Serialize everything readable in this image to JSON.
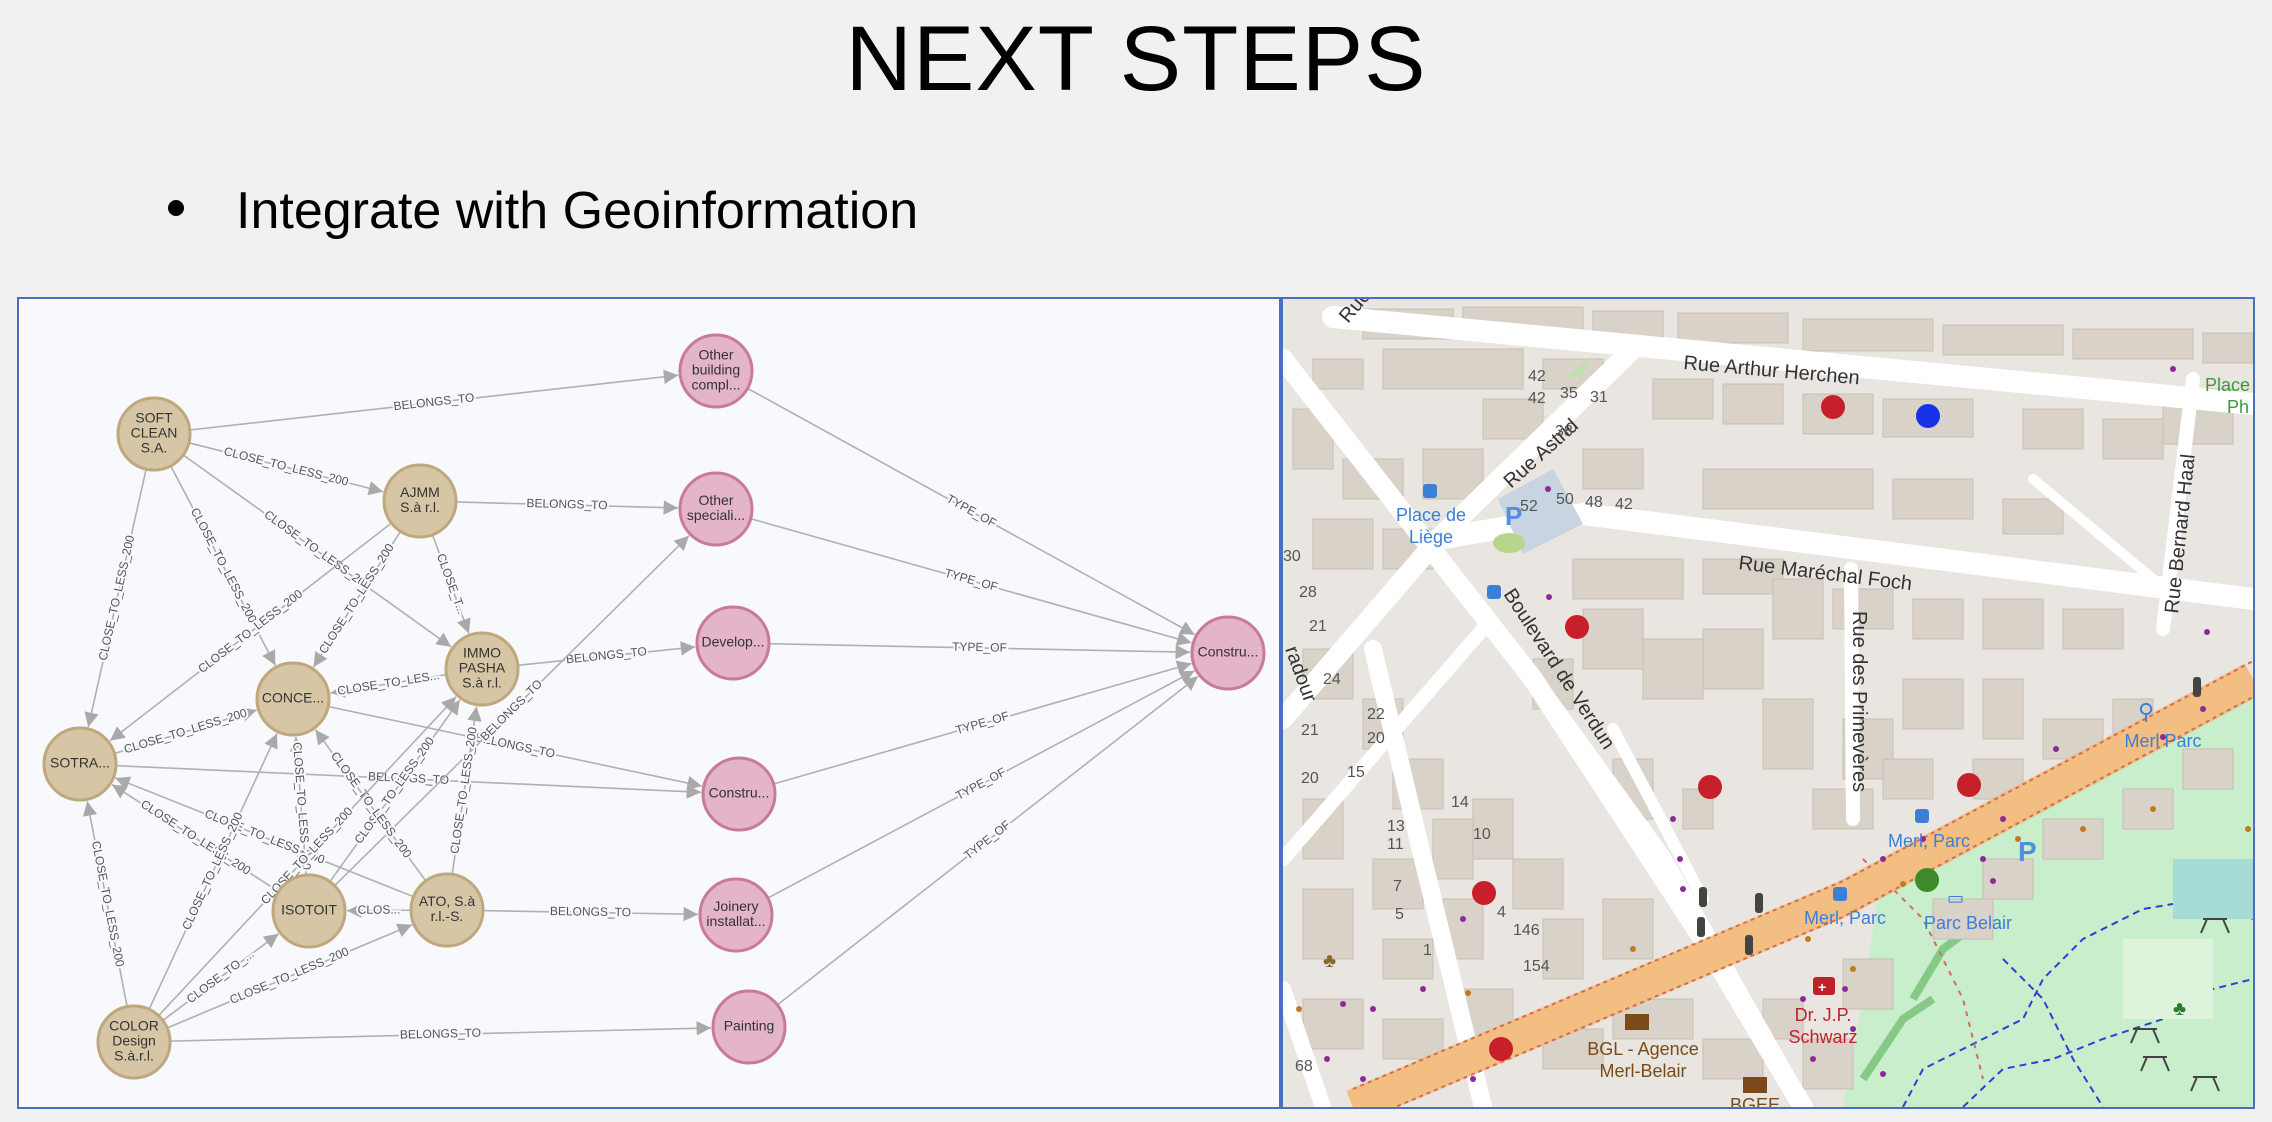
{
  "slide": {
    "title": "NEXT STEPS",
    "bullet": "Integrate with Geoinformation"
  },
  "graph": {
    "nodes": [
      {
        "id": "softclean",
        "lines": [
          "SOFT",
          "CLEAN",
          "S.A."
        ],
        "kind": "company"
      },
      {
        "id": "ajmm",
        "lines": [
          "AJMM",
          "S.à r.l."
        ],
        "kind": "company"
      },
      {
        "id": "immo",
        "lines": [
          "IMMO",
          "PASHA",
          "S.à r.l."
        ],
        "kind": "company"
      },
      {
        "id": "conce",
        "lines": [
          "CONCE..."
        ],
        "kind": "company"
      },
      {
        "id": "sotra",
        "lines": [
          "SOTRA..."
        ],
        "kind": "company"
      },
      {
        "id": "isotoit",
        "lines": [
          "ISOTOIT"
        ],
        "kind": "company"
      },
      {
        "id": "ato",
        "lines": [
          "ATO, S.à",
          "r.l.-S."
        ],
        "kind": "company"
      },
      {
        "id": "color",
        "lines": [
          "COLOR",
          "Design",
          "S.à.r.l."
        ],
        "kind": "company"
      },
      {
        "id": "otherbuilding",
        "lines": [
          "Other",
          "building",
          "compl..."
        ],
        "kind": "activity"
      },
      {
        "id": "otherspecial",
        "lines": [
          "Other",
          "speciali..."
        ],
        "kind": "activity"
      },
      {
        "id": "develop",
        "lines": [
          "Develop..."
        ],
        "kind": "activity"
      },
      {
        "id": "constru1",
        "lines": [
          "Constru..."
        ],
        "kind": "activity"
      },
      {
        "id": "joinery",
        "lines": [
          "Joinery",
          "installat..."
        ],
        "kind": "activity"
      },
      {
        "id": "painting",
        "lines": [
          "Painting"
        ],
        "kind": "activity"
      },
      {
        "id": "constru2",
        "lines": [
          "Constru..."
        ],
        "kind": "sector"
      }
    ],
    "edges": [
      {
        "from": "softclean",
        "to": "otherbuilding",
        "label": "BELONGS_TO"
      },
      {
        "from": "ajmm",
        "to": "otherspecial",
        "label": "BELONGS_TO"
      },
      {
        "from": "immo",
        "to": "develop",
        "label": "BELONGS_TO"
      },
      {
        "from": "conce",
        "to": "constru1",
        "label": "BELONGS_TO"
      },
      {
        "from": "sotra",
        "to": "constru1",
        "label": "BELONGS_TO"
      },
      {
        "from": "ato",
        "to": "joinery",
        "label": "BELONGS_TO"
      },
      {
        "from": "color",
        "to": "painting",
        "label": "BELONGS_TO"
      },
      {
        "from": "isotoit",
        "to": "otherspecial",
        "label": "BELONGS_TO"
      },
      {
        "from": "otherbuilding",
        "to": "constru2",
        "label": "TYPE_OF"
      },
      {
        "from": "otherspecial",
        "to": "constru2",
        "label": "TYPE_OF"
      },
      {
        "from": "develop",
        "to": "constru2",
        "label": "TYPE_OF"
      },
      {
        "from": "constru1",
        "to": "constru2",
        "label": "TYPE_OF"
      },
      {
        "from": "joinery",
        "to": "constru2",
        "label": "TYPE_OF"
      },
      {
        "from": "painting",
        "to": "constru2",
        "label": "TYPE_OF"
      },
      {
        "from": "softclean",
        "to": "ajmm",
        "label": "CLOSE_TO_LESS_200"
      },
      {
        "from": "softclean",
        "to": "sotra",
        "label": "CLOSE_TO_LESS_200"
      },
      {
        "from": "softclean",
        "to": "conce",
        "label": "CLOSE_TO_LESS_200"
      },
      {
        "from": "softclean",
        "to": "immo",
        "label": "CLOSE_TO_LESS_200"
      },
      {
        "from": "ajmm",
        "to": "conce",
        "label": "CLOSE_TO_LESS_200"
      },
      {
        "from": "ajmm",
        "to": "immo",
        "label": "CLOSE_T..."
      },
      {
        "from": "ajmm",
        "to": "sotra",
        "label": "CLOSE_TO_LESS_200"
      },
      {
        "from": "immo",
        "to": "conce",
        "label": "CLOSE_TO_LES..."
      },
      {
        "from": "sotra",
        "to": "conce",
        "label": "CLOSE_TO_LESS_200"
      },
      {
        "from": "isotoit",
        "to": "conce",
        "label": "CLOSE_TO_LESS_200"
      },
      {
        "from": "isotoit",
        "to": "immo",
        "label": "CLOSE_TO_LESS_200"
      },
      {
        "from": "isotoit",
        "to": "sotra",
        "label": "CLOSE_TO_LESS_200"
      },
      {
        "from": "ato",
        "to": "isotoit",
        "label": "CLOS..."
      },
      {
        "from": "ato",
        "to": "immo",
        "label": "CLOSE_TO_LESS_200"
      },
      {
        "from": "ato",
        "to": "conce",
        "label": "CLOSE_TO_LESS_200"
      },
      {
        "from": "ato",
        "to": "sotra",
        "label": "CLOSE_TO_LESS_200"
      },
      {
        "from": "color",
        "to": "sotra",
        "label": "CLOSE_TO_LESS_200"
      },
      {
        "from": "color",
        "to": "isotoit",
        "label": "CLOSE_TO_..."
      },
      {
        "from": "color",
        "to": "ato",
        "label": "CLOSE_TO_LESS_200"
      },
      {
        "from": "color",
        "to": "conce",
        "label": "CLOSE_TO_LESS_200"
      },
      {
        "from": "color",
        "to": "immo",
        "label": "CLOSE_TO_LESS_200"
      }
    ]
  },
  "map": {
    "streets": [
      "Rue Arthur Herchen",
      "Rue Astrid",
      "Rue Maréchal Foch",
      "Boulevard de Verdun",
      "Rue des Primevères",
      "Rue Bernard Haal",
      "Rue",
      "radour"
    ],
    "places": [
      "Place de Liège",
      "Merl Parc",
      "Merl, Parc",
      "Merl, Parc",
      "Parc Belair",
      "Place",
      "Ph"
    ],
    "pois": [
      "BGL - Agence Merl-Belair",
      "Dr. J.P. Schwarz",
      "BGEE"
    ],
    "house_numbers": [
      "42",
      "42",
      "35",
      "31",
      "38",
      "52",
      "50",
      "48",
      "42",
      "28",
      "21",
      "30",
      "24",
      "22",
      "20",
      "21",
      "15",
      "20",
      "14",
      "10",
      "13",
      "11",
      "7",
      "5",
      "4",
      "1",
      "146",
      "154",
      "68"
    ],
    "markers": {
      "red_count": 7,
      "blue_count": 1,
      "green_count": 1,
      "red": "#c8202a",
      "blue": "#1631e6",
      "green": "#3d8a2a"
    }
  }
}
